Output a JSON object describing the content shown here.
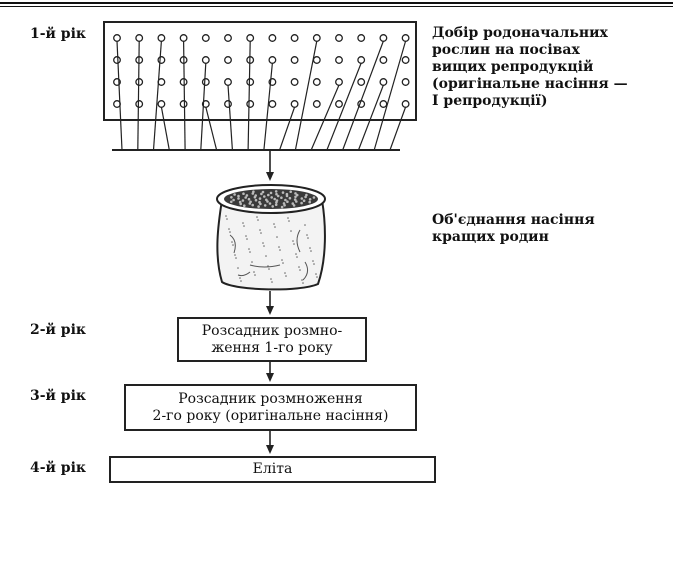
{
  "years": {
    "y1": "1-й рік",
    "y2": "2-й рік",
    "y3": "3-й рік",
    "y4": "4-й рік"
  },
  "notes": {
    "selection": [
      "Добір родоначальних",
      "рослин на посівах",
      "вищих репродукцій",
      "(оригінальне насіння —",
      "I репродукції)"
    ],
    "merge": [
      "Об'єднання насіння",
      "кращих родин"
    ]
  },
  "boxes": {
    "nursery1": [
      "Розсадник розмно-",
      "ження 1-го року"
    ],
    "nursery2": [
      "Розсадник розмноження",
      "2-го року (оригінальне насіння)"
    ],
    "elite": "Еліта"
  },
  "field": {
    "rows": 4,
    "cols": 14
  }
}
